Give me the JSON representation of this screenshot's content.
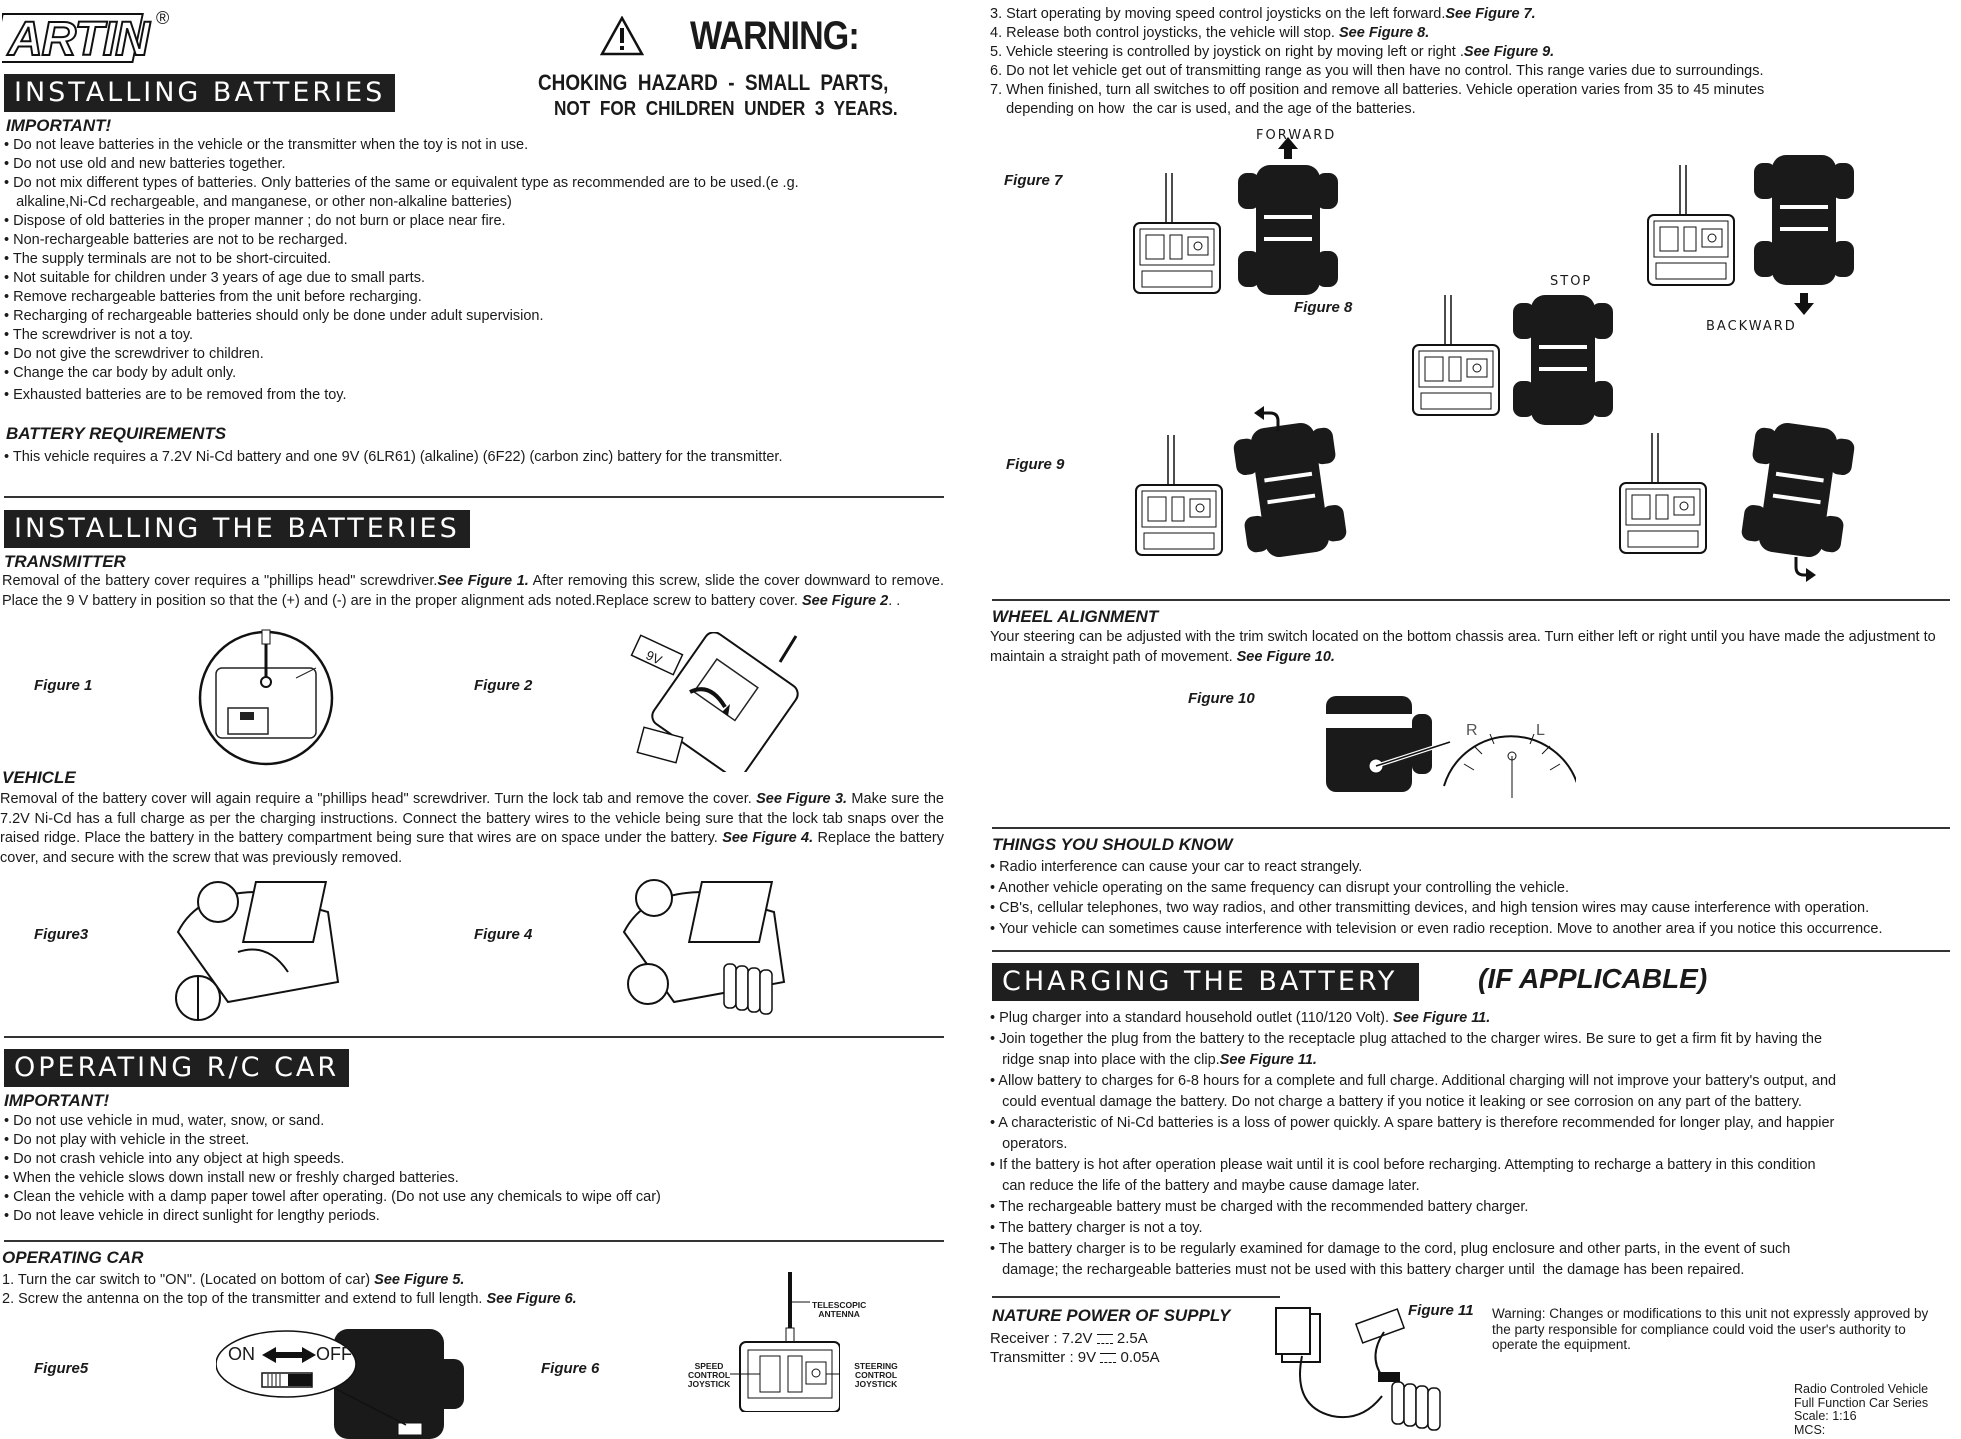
{
  "logo": {
    "text": "ARTIN",
    "registered": "®"
  },
  "warning": {
    "title": "WARNING:",
    "line1": "CHOKING  HAZARD  -  SMALL  PARTS,",
    "line2": "NOT  FOR  CHILDREN  UNDER  3  YEARS."
  },
  "installing_batteries": {
    "title": "INSTALLING BATTERIES",
    "important_label": "IMPORTANT!",
    "items": [
      "• Do not leave batteries in the vehicle or the transmitter when the toy is not in use.",
      "• Do not use old and new batteries together.",
      "• Do not mix different types of batteries. Only batteries of the same or equivalent type as recommended are to be used.(e .g.",
      "   alkaline,Ni-Cd rechargeable, and manganese, or other non-alkaline batteries)",
      "• Dispose of old batteries in the proper manner ; do not burn or place near fire.",
      "• Non-rechargeable batteries are not to be recharged.",
      "• The supply terminals are not to be short-circuited.",
      "• Not suitable for children under 3 years of age due to small parts.",
      "• Remove rechargeable batteries from the unit before recharging.",
      "• Recharging of rechargeable batteries should only be done under adult supervision.",
      "• The screwdriver is not a toy.",
      "• Do not give the screwdriver to children.",
      "• Change the car body by adult only.",
      "• Exhausted batteries are to be removed from the toy."
    ],
    "requirements_label": "BATTERY REQUIREMENTS",
    "requirements_text": "• This vehicle requires a 7.2V Ni-Cd battery and one 9V (6LR61) (alkaline) (6F22) (carbon zinc) battery for the transmitter."
  },
  "installing_the_batteries": {
    "title": "INSTALLING THE BATTERIES",
    "transmitter_label": "TRANSMITTER",
    "transmitter_text_a": "Removal of the battery cover requires a \"phillips head\" screwdriver.",
    "transmitter_ref1": "See Figure 1.",
    "transmitter_text_b": "  After removing this screw, slide the cover downward to remove. Place the 9 V battery in position so that the (+) and  (-) are in the proper alignment ads noted.Replace screw to battery cover. ",
    "transmitter_ref2": "See Figure 2",
    "transmitter_text_c": ". .",
    "figure1": "Figure 1",
    "figure2": "Figure 2",
    "battery_9v": "9V",
    "vehicle_label": "VEHICLE",
    "vehicle_text_a": "Removal of the battery cover will again require a \"phillips head\" screwdriver. Turn the lock tab and remove the cover. ",
    "vehicle_ref3": "See Figure 3.",
    "vehicle_text_b": " Make sure the 7.2V Ni-Cd has a full charge as per the charging instructions.  Connect the battery wires to the vehicle being sure that the lock tab snaps over the raised ridge.   Place the battery in the battery compartment being sure that wires are on space under the battery. ",
    "vehicle_ref4": "See Figure 4.",
    "vehicle_text_c": "  Replace the battery cover, and secure with the screw that was previously removed.",
    "figure3": "Figure3",
    "figure4": "Figure 4"
  },
  "operating": {
    "title": "OPERATING R/C CAR",
    "important_label": "IMPORTANT!",
    "items": [
      "• Do not use vehicle in mud, water, snow, or sand.",
      "• Do not play with vehicle in the street.",
      "• Do not crash vehicle into any object at high speeds.",
      "• When the vehicle slows down install new or freshly charged batteries.",
      "• Clean the vehicle with a damp paper towel after operating. (Do not use any chemicals to wipe off car)",
      "• Do not leave vehicle in direct sunlight for lengthy periods."
    ],
    "operating_car_label": "OPERATING CAR",
    "step1": "1. Turn the car switch to \"ON\". (Located on bottom of car) ",
    "step1_ref": "See Figure 5.",
    "step2": "2. Screw the antenna on the top of the transmitter and extend to full length. ",
    "step2_ref": "See Figure 6.",
    "figure5": "Figure5",
    "figure6": "Figure 6",
    "on": "ON",
    "off": "OFF",
    "telescopic1": "TELESCOPIC",
    "telescopic2": "ANTENNA",
    "speed1": "SPEED",
    "speed2": "CONTROL",
    "speed3": "JOYSTICK",
    "steer1": "STEERING",
    "steer2": "CONTROL",
    "steer3": "JOYSTICK"
  },
  "right_steps": {
    "s3": "3. Start operating by moving speed control joysticks on the left forward.",
    "s3_ref": "See Figure 7.",
    "s4": "4. Release both control joysticks, the vehicle will stop. ",
    "s4_ref": "See Figure 8.",
    "s5": "5. Vehicle steering is controlled by joystick on right by moving left or right .",
    "s5_ref": "See Figure 9.",
    "s6": "6. Do not let vehicle get out of transmitting range as you will then have no control. This range varies due to surroundings.",
    "s7a": "7. When finished, turn all switches to off position and remove all batteries. Vehicle operation varies from 35 to 45 minutes",
    "s7b": "    depending on how  the car is used, and the age of the batteries.",
    "forward": "FORWARD",
    "stop": "STOP",
    "backward": "BACKWARD",
    "figure7": "Figure 7",
    "figure8": "Figure 8",
    "figure9": "Figure 9"
  },
  "wheel_alignment": {
    "label": "WHEEL ALIGNMENT",
    "text_a": "Your steering can be adjusted with the trim switch located on the bottom chassis area. Turn either left or right until you have made the adjustment to maintain a straight path of movement. ",
    "ref": "See Figure 10.",
    "figure10": "Figure 10",
    "r": "R",
    "l": "L"
  },
  "things": {
    "label": "THINGS YOU SHOULD KNOW",
    "items": [
      "• Radio interference can cause your car to react strangely.",
      "• Another vehicle operating on the same frequency can disrupt your controlling the vehicle.",
      "• CB's, cellular telephones, two way radios, and other transmitting devices, and high tension wires may cause interference with operation.",
      "• Your vehicle can sometimes cause interference with television or even radio reception. Move to another area if you notice this occurrence."
    ]
  },
  "charging": {
    "title": "CHARGING THE BATTERY",
    "applicable": "(IF APPLICABLE)",
    "i1": "• Plug charger into a standard household outlet (110/120 Volt). ",
    "i1_ref": "See Figure 11.",
    "i2a": "• Join together the plug from the battery to the receptacle plug attached to the charger wires. Be sure to get a firm fit by having the",
    "i2b": "   ridge snap into place with the clip.",
    "i2_ref": "See Figure 11.",
    "i3a": "• Allow battery to charges for 6-8 hours for a complete and full charge. Additional charging will not improve your battery's output, and",
    "i3b": "   could eventual damage the battery. Do not charge a battery if you notice it leaking or see corrosion on any part of the battery.",
    "i4a": "• A characteristic of Ni-Cd batteries is a loss of power quickly. A spare battery is therefore recommended for longer play, and happier",
    "i4b": "   operators.",
    "i5a": "• If the battery is hot after operation please wait until it is cool before recharging. Attempting to recharge a battery in this condition",
    "i5b": "   can reduce the life of the battery and maybe cause damage later.",
    "i6": "• The rechargeable battery must be charged with the recommended battery charger.",
    "i7": "• The battery charger is not a toy.",
    "i8a": "• The battery charger is to be regularly examined for damage to the cord, plug enclosure and other parts, in the event of such",
    "i8b": "   damage; the rechargeable batteries must not be used with this battery charger until  the damage has been repaired."
  },
  "supply": {
    "label": "NATURE POWER OF SUPPLY",
    "receiver": "Receiver : 7.2V ",
    "receiver_val": " 2.5A",
    "transmitter": "Transmitter : 9V ",
    "transmitter_val": " 0.05A",
    "figure11": "Figure 11",
    "warning": "Warning:  Changes or modifications to this unit not expressly approved by the party responsible for compliance could void the user's authority to operate the equipment."
  },
  "footer": {
    "l1": "Radio Controled Vehicle",
    "l2": "Full Function Car Series",
    "l3": "Scale: 1:16",
    "l4": "MCS:"
  }
}
